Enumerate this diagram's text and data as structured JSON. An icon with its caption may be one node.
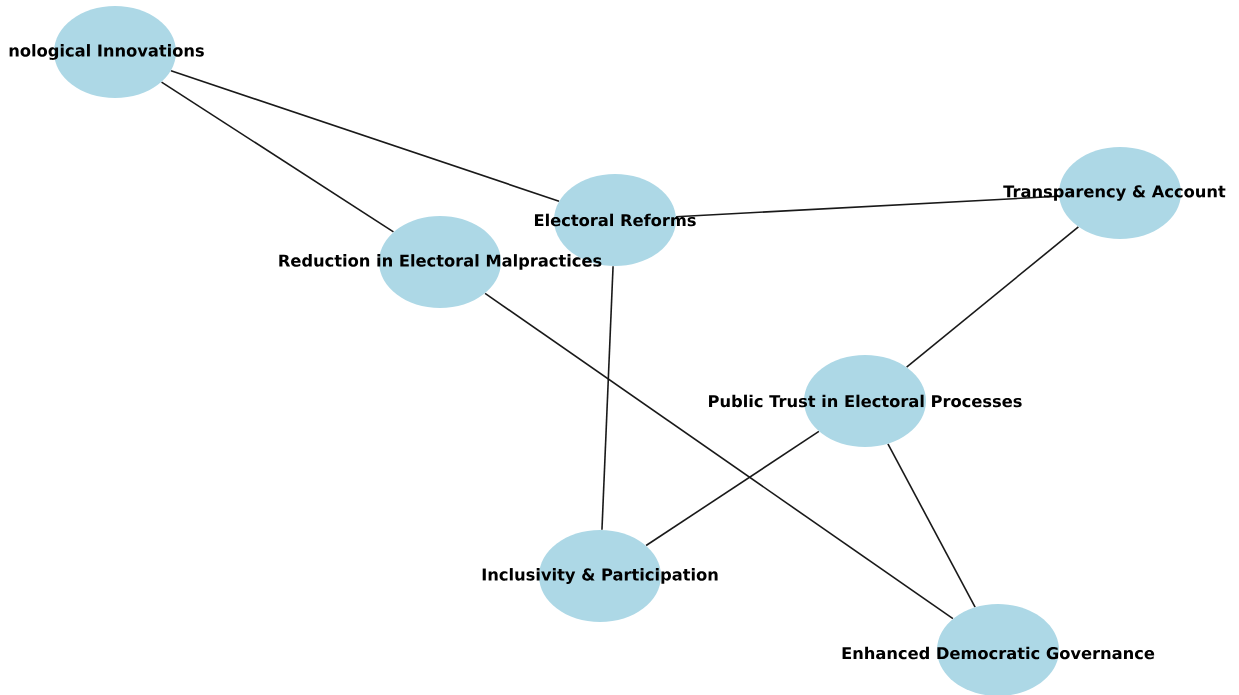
{
  "diagram": {
    "nodes": [
      {
        "text": [
          "nological Innovations"
        ]
      },
      {
        "text": [
          "Transparency & Account"
        ]
      },
      {
        "text": [
          "Electoral Reforms"
        ]
      },
      {
        "text": [
          "Reduction in Electoral Malpractices"
        ]
      },
      {
        "text": [
          "Public Trust in Electoral Processes"
        ]
      },
      {
        "text": [
          "Inclusivity & Participation"
        ]
      },
      {
        "text": [
          "Enhanced Democratic Governance"
        ]
      }
    ],
    "edges": [
      {
        "from": 0,
        "to": 2,
        "arrow": "none"
      },
      {
        "from": 0,
        "to": 3,
        "arrow": "none"
      },
      {
        "from": 2,
        "to": 1,
        "arrow": "none"
      },
      {
        "from": 2,
        "to": 5,
        "arrow": "none"
      },
      {
        "from": 1,
        "to": 4,
        "arrow": "none"
      },
      {
        "from": 3,
        "to": 6,
        "arrow": "none"
      },
      {
        "from": 4,
        "to": 5,
        "arrow": "none"
      },
      {
        "from": 4,
        "to": 6,
        "arrow": "none"
      }
    ]
  }
}
